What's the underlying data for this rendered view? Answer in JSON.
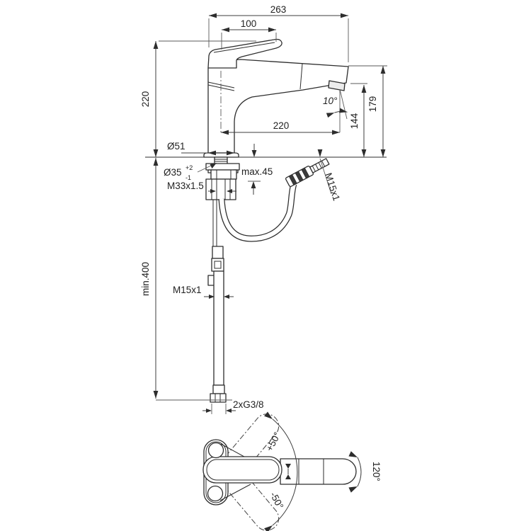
{
  "drawing": {
    "subject": "kitchen-faucet-technical-drawing",
    "units": "mm",
    "colors": {
      "line": "#2d2d2d",
      "dimension": "#3c3c3c",
      "background": "#ffffff"
    },
    "front_view": {
      "total_width": "263",
      "handle_length": "100",
      "body_height": "220",
      "spout_reach": "220",
      "spout_tip_height": "179",
      "outlet_height": "144",
      "outlet_angle": "10°",
      "body_diameter": "Ø51",
      "hole_diameter": "Ø35",
      "hole_tolerance_plus": "+2",
      "hole_tolerance_minus": "-1",
      "mounting_thread": "M33x1.5",
      "max_deck_thickness": "max.45",
      "spray_hose_thread": "M15x1",
      "supply_hose_thread": "M15x1",
      "min_hose_length": "min.400",
      "supply_connection": "2xG3/8"
    },
    "top_view": {
      "swivel_plus": "+50°",
      "swivel_minus": "-50°",
      "swivel_range": "120°"
    }
  }
}
